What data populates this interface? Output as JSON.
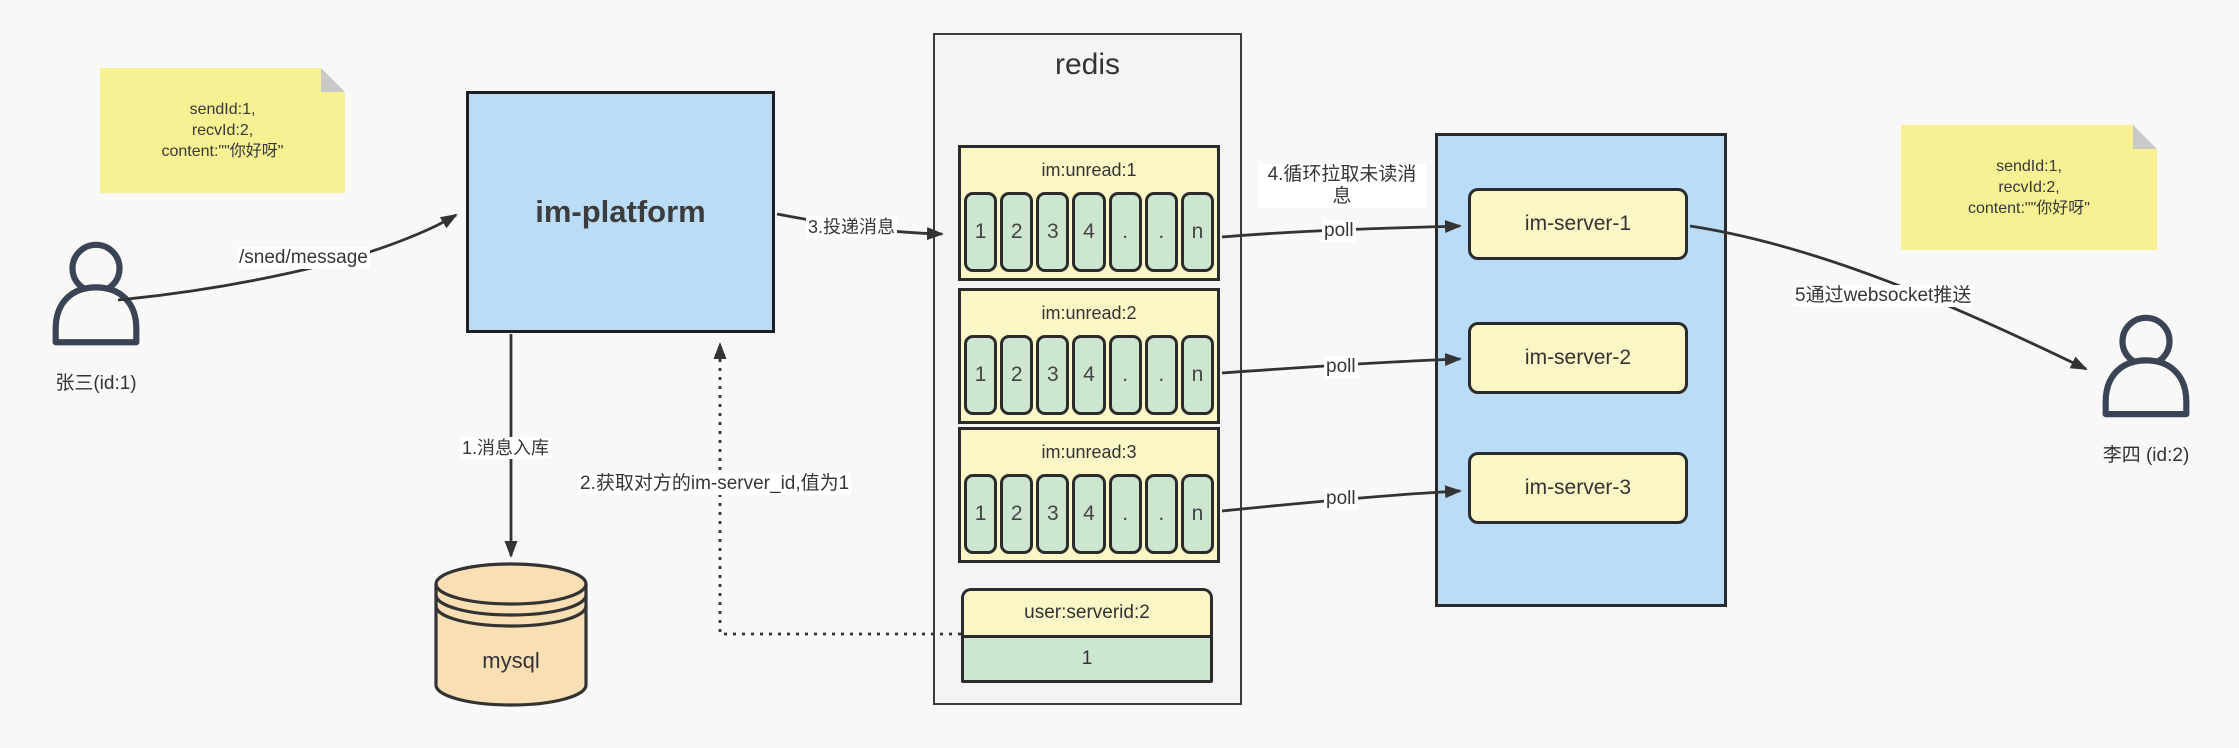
{
  "notes": {
    "left": [
      "sendId:1,",
      "recvId:2,",
      "content:\"\"你好呀\""
    ],
    "right": [
      "sendId:1,",
      "recvId:2,",
      "content:\"\"你好呀\""
    ]
  },
  "actors": {
    "sender": "张三(id:1)",
    "receiver": "李四 (id:2)"
  },
  "platform": {
    "label": "im-platform"
  },
  "database": {
    "label": "mysql"
  },
  "redis": {
    "title": "redis",
    "queues": [
      {
        "name": "im:unread:1",
        "cells": [
          "1",
          "2",
          "3",
          "4",
          ".",
          ".",
          "n"
        ]
      },
      {
        "name": "im:unread:2",
        "cells": [
          "1",
          "2",
          "3",
          "4",
          ".",
          ".",
          "n"
        ]
      },
      {
        "name": "im:unread:3",
        "cells": [
          "1",
          "2",
          "3",
          "4",
          ".",
          ".",
          "n"
        ]
      }
    ],
    "mapping": {
      "name": "user:serverid:2",
      "value": "1"
    }
  },
  "servers": [
    "im-server-1",
    "im-server-2",
    "im-server-3"
  ],
  "edges": {
    "send": "/sned/message",
    "store": "1.消息入库",
    "lookup": "2.获取对方的im-server_id,值为1",
    "deliver": "3.投递消息",
    "poll_loop": "4.循环拉取未读消息",
    "poll1": "poll",
    "poll2": "poll",
    "poll3": "poll",
    "push": "5通过websocket推送"
  },
  "colors": {
    "container_blue": "#bbdcf7",
    "note_yellow": "#f6f193",
    "queue_yellow": "#faf6c6",
    "cell_green": "#cde6cf",
    "db_tan": "#fadfb4",
    "stroke_dark": "#333333",
    "redis_gray": "#f4f4f4"
  }
}
